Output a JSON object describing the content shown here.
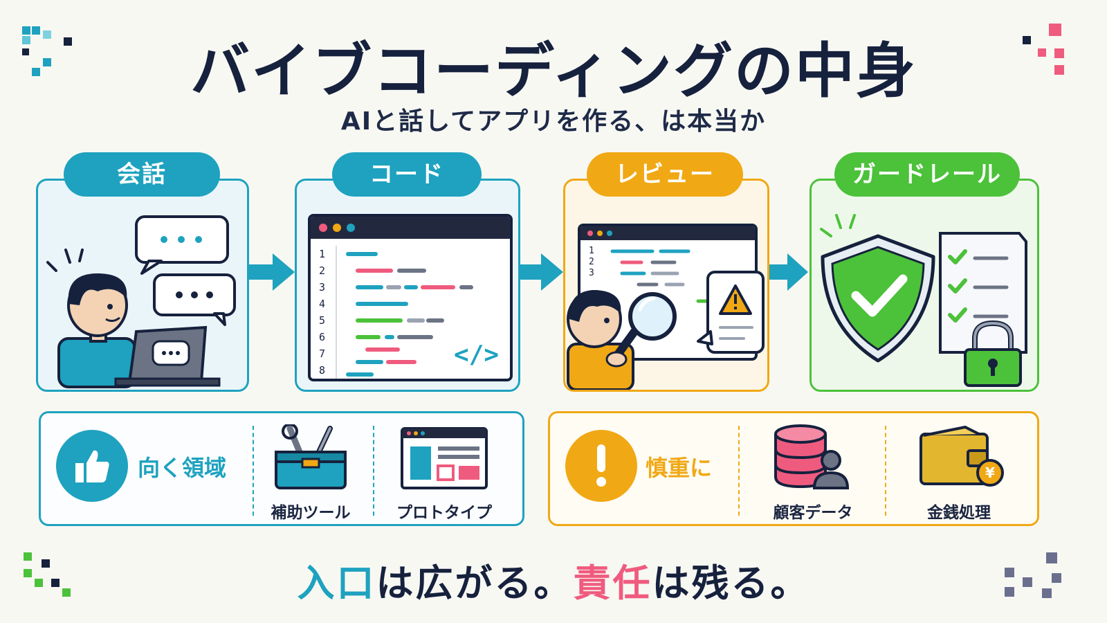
{
  "header": {
    "title": "バイブコーディングの中身",
    "subtitle": "AIと話してアプリを作る、は本当か"
  },
  "steps": [
    {
      "label": "会話",
      "color": "#1ea2bf"
    },
    {
      "label": "コード",
      "color": "#1ea2bf"
    },
    {
      "label": "レビュー",
      "color": "#f0a814"
    },
    {
      "label": "ガードレール",
      "color": "#4cc13a"
    }
  ],
  "code_window": {
    "line_numbers": [
      "1",
      "2",
      "3",
      "4",
      "5",
      "6",
      "7",
      "8"
    ],
    "tag_glyph": "</>"
  },
  "review_window": {
    "line_numbers": [
      "1",
      "2",
      "3"
    ]
  },
  "good_panel": {
    "label": "向く領域",
    "items": [
      {
        "label": "補助ツール",
        "icon": "toolbox-icon"
      },
      {
        "label": "プロトタイプ",
        "icon": "browser-window-icon"
      }
    ]
  },
  "caution_panel": {
    "label": "慎重に",
    "items": [
      {
        "label": "顧客データ",
        "icon": "database-user-icon"
      },
      {
        "label": "金銭処理",
        "icon": "wallet-yen-icon"
      }
    ]
  },
  "tagline": {
    "part1": "入口",
    "part2": "は広がる。",
    "part3": "責任",
    "part4": "は残る。"
  },
  "colors": {
    "teal": "#1ea2bf",
    "orange": "#f0a814",
    "green": "#4cc13a",
    "pink": "#ef5b7e",
    "navy": "#16213d"
  }
}
